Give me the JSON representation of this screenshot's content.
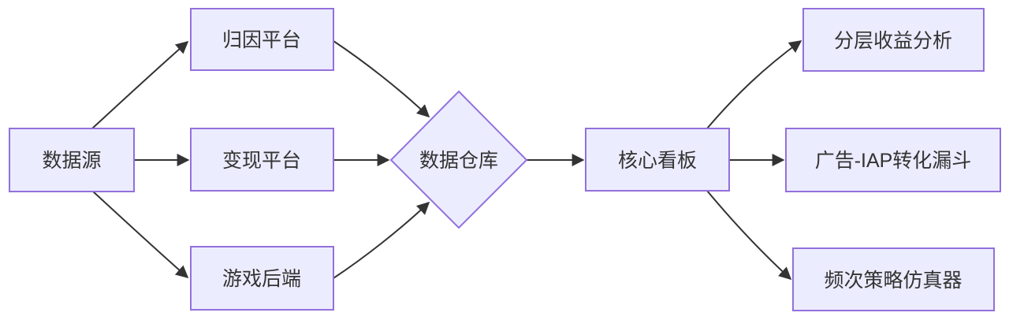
{
  "diagram": {
    "type": "flowchart-LR",
    "colors": {
      "node_fill": "#ECECFF",
      "node_border": "#9370DB",
      "edge": "#333333",
      "text": "#333333",
      "background": "#FFFFFF"
    },
    "nodes": [
      {
        "id": "data-source",
        "label": "数据源",
        "shape": "rect"
      },
      {
        "id": "attribution-platform",
        "label": "归因平台",
        "shape": "rect"
      },
      {
        "id": "monetization-platform",
        "label": "变现平台",
        "shape": "rect"
      },
      {
        "id": "game-backend",
        "label": "游戏后端",
        "shape": "rect"
      },
      {
        "id": "data-warehouse",
        "label": "数据仓库",
        "shape": "diamond"
      },
      {
        "id": "core-dashboard",
        "label": "核心看板",
        "shape": "rect"
      },
      {
        "id": "tier-revenue-analysis",
        "label": "分层收益分析",
        "shape": "rect"
      },
      {
        "id": "ad-iap-funnel",
        "label": "广告-IAP转化漏斗",
        "shape": "rect"
      },
      {
        "id": "frequency-simulator",
        "label": "频次策略仿真器",
        "shape": "rect"
      }
    ],
    "edges": [
      {
        "from": "数据源",
        "to": "归因平台"
      },
      {
        "from": "数据源",
        "to": "变现平台"
      },
      {
        "from": "数据源",
        "to": "游戏后端"
      },
      {
        "from": "归因平台",
        "to": "数据仓库"
      },
      {
        "from": "变现平台",
        "to": "数据仓库"
      },
      {
        "from": "游戏后端",
        "to": "数据仓库"
      },
      {
        "from": "数据仓库",
        "to": "核心看板"
      },
      {
        "from": "核心看板",
        "to": "分层收益分析"
      },
      {
        "from": "核心看板",
        "to": "广告-IAP转化漏斗"
      },
      {
        "from": "核心看板",
        "to": "频次策略仿真器"
      }
    ]
  }
}
